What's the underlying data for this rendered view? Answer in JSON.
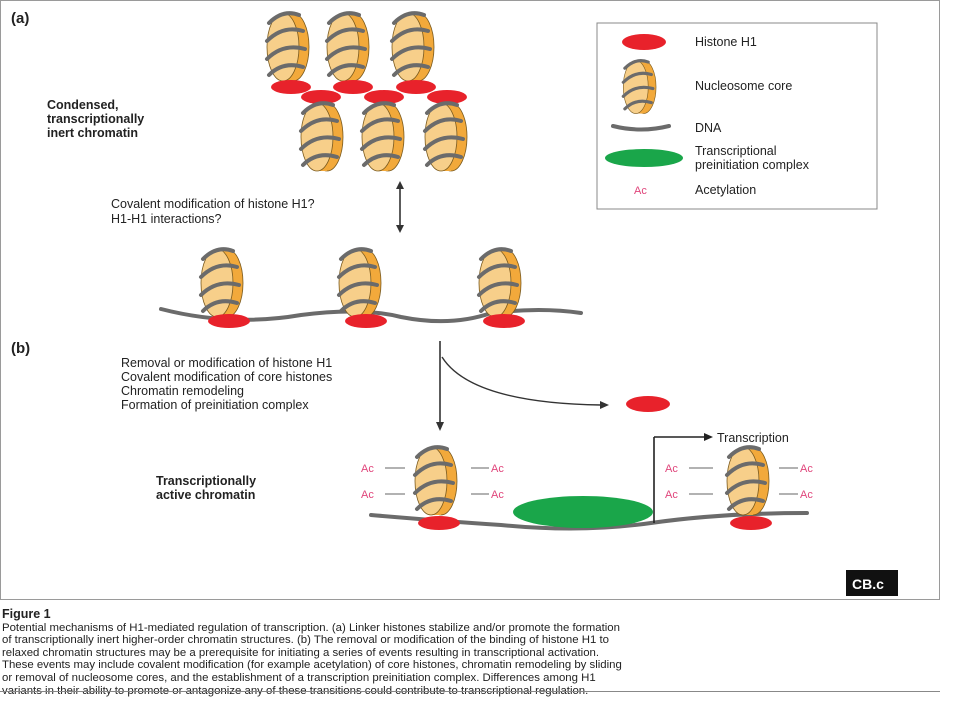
{
  "panels": {
    "a_label": "(a)",
    "b_label": "(b)"
  },
  "labels": {
    "condensed_line1": "Condensed,",
    "condensed_line2": "transcriptionally",
    "condensed_line3": "inert chromatin",
    "active_line1": "Transcriptionally",
    "active_line2": "active chromatin",
    "arrow_a_line1": "Covalent modification of histone H1?",
    "arrow_a_line2": "H1-H1 interactions?",
    "steps": [
      "Removal or modification of histone H1",
      "Covalent modification of core histones",
      "Chromatin remodeling",
      "Formation of preinitiation complex"
    ],
    "transcription": "Transcription",
    "ac": "Ac"
  },
  "legend": {
    "items": [
      {
        "key": "histone_h1",
        "label_line1": "Histone H1",
        "label_line2": ""
      },
      {
        "key": "nucleosome",
        "label_line1": "Nucleosome core",
        "label_line2": ""
      },
      {
        "key": "dna",
        "label_line1": "DNA",
        "label_line2": ""
      },
      {
        "key": "complex",
        "label_line1": "Transcriptional",
        "label_line2": "preinitiation complex"
      },
      {
        "key": "acetylation",
        "label_line1": "Acetylation",
        "label_line2": "",
        "symbol": "Ac"
      }
    ]
  },
  "logo": "CB.c",
  "caption": {
    "title": "Figure 1",
    "text": "Potential mechanisms of H1-mediated regulation of transcription. (a) Linker histones stabilize and/or promote the formation\nof transcriptionally inert higher-order chromatin structures. (b) The removal or modification of the binding of histone H1 to\nrelaxed chromatin structures may be a prerequisite for initiating a series of events resulting in transcriptional activation.\nThese events may include covalent modification (for example acetylation) of core histones, chromatin remodeling by sliding\nor removal of nucleosome cores, and the establishment of a transcription preinitiation complex. Differences among H1\nvariants in their ability to promote or antagonize any of these transitions could contribute to transcriptional regulation."
  },
  "colors": {
    "histone_h1": "#e8222b",
    "nucleosome_body": "#f2a93b",
    "nucleosome_light": "#f7cf8a",
    "dna": "#6b6b6b",
    "complex": "#1aa64a",
    "acetylation": "#e0457b",
    "text": "#222222"
  }
}
